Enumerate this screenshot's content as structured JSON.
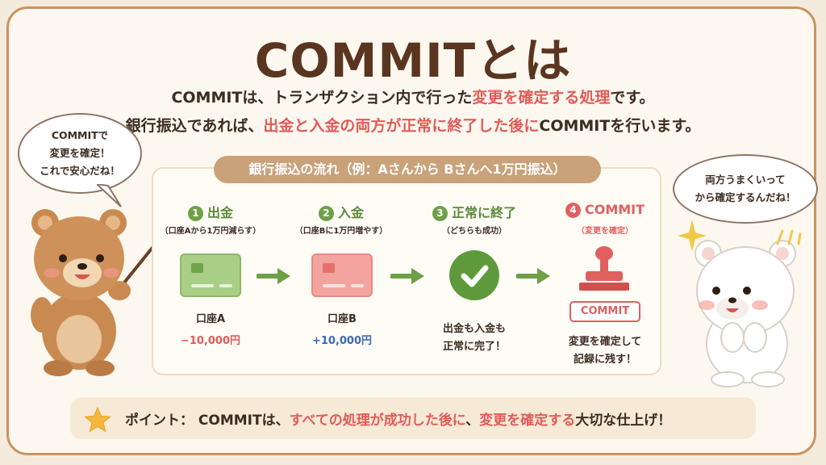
{
  "title": "COMMITとは",
  "intro": {
    "line1_a": "COMMITは、トランザクション内で行った",
    "line1_b": "変更を確定する処理",
    "line1_c": "です。",
    "line2_a": "銀行振込であれば、",
    "line2_b": "出金と入金の両方が正常に終了した後に",
    "line2_c": "COMMITを行います。"
  },
  "left_bubble": {
    "lines": [
      "COMMITで",
      "変更を確定！",
      "これで安心だね！"
    ]
  },
  "right_bubble": {
    "lines": [
      "両方うまくいって",
      "から確定するんだね！"
    ]
  },
  "flow": {
    "title": "銀行振込の流れ（例：Aさんから Bさんへ1万円振込）",
    "steps": [
      {
        "num": "1",
        "head": "出金",
        "sub": "（口座Aから1万円減らす）",
        "label": "口座A",
        "amount": "−10,000円"
      },
      {
        "num": "2",
        "head": "入金",
        "sub": "（口座Bに1万円増やす）",
        "label": "口座B",
        "amount": "+10,000円"
      },
      {
        "num": "3",
        "head": "正常に終了",
        "sub": "（どちらも成功）",
        "label1": "出金も入金も",
        "label2": "正常に完了！"
      },
      {
        "num": "4",
        "head": "COMMIT",
        "sub": "（変更を確定）",
        "badge": "COMMIT",
        "label1": "変更を確定して",
        "label2": "記録に残す！"
      }
    ]
  },
  "point": {
    "prefix": "ポイント：",
    "a": "COMMITは、",
    "b": "すべての処理が成功した後に",
    "c": "、",
    "d": "変更を確定する",
    "e": "大切な仕上げ！"
  },
  "colors": {
    "accent_red": "#e25b58",
    "accent_green": "#5c8a3a",
    "brown": "#5a3520",
    "frame": "#c9935e"
  },
  "icons": [
    "star-icon",
    "check-icon",
    "stamp-icon",
    "arrow-right-icon",
    "card-icon",
    "sparkle-icon"
  ]
}
